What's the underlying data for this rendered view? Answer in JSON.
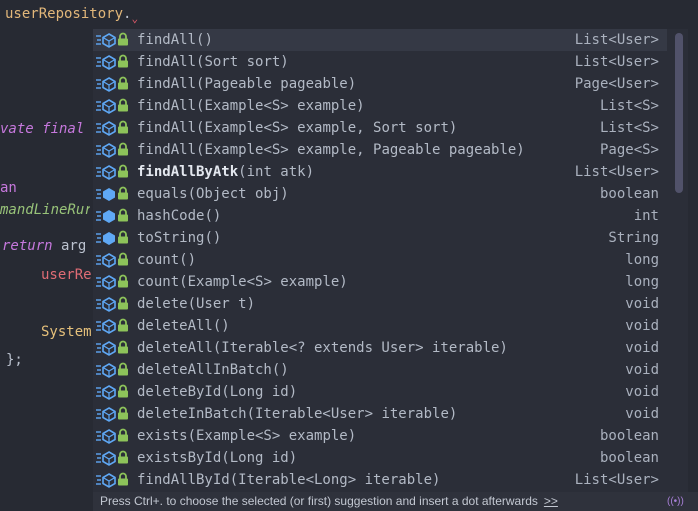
{
  "editor": {
    "line1_ident": "userRepository",
    "line1_dot": ".",
    "frag_private": "vate final",
    "frag_bean": "an",
    "frag_runner": "mandLineRur",
    "frag_return": "return",
    "frag_args": " arg",
    "frag_userre": "userRe",
    "frag_system": "System",
    "frag_close": "};"
  },
  "completion": {
    "items": [
      {
        "name": "findAll",
        "params": "()",
        "type": "List<User>",
        "bold": false,
        "icon": "method-icon",
        "selected": true
      },
      {
        "name": "findAll",
        "params": "(Sort sort)",
        "type": "List<User>",
        "bold": false,
        "icon": "method-icon"
      },
      {
        "name": "findAll",
        "params": "(Pageable pageable)",
        "type": "Page<User>",
        "bold": false,
        "icon": "method-icon"
      },
      {
        "name": "findAll",
        "params": "(Example<S> example)",
        "type": "List<S>",
        "bold": false,
        "icon": "method-icon"
      },
      {
        "name": "findAll",
        "params": "(Example<S> example, Sort sort)",
        "type": "List<S>",
        "bold": false,
        "icon": "method-icon"
      },
      {
        "name": "findAll",
        "params": "(Example<S> example, Pageable pageable)",
        "type": "Page<S>",
        "bold": false,
        "icon": "method-icon"
      },
      {
        "name": "findAllByAtk",
        "params": "(int atk)",
        "type": "List<User>",
        "bold": true,
        "icon": "method-icon"
      },
      {
        "name": "equals",
        "params": "(Object obj)",
        "type": "boolean",
        "bold": false,
        "icon": "object-method-icon"
      },
      {
        "name": "hashCode",
        "params": "()",
        "type": "int",
        "bold": false,
        "icon": "object-method-icon"
      },
      {
        "name": "toString",
        "params": "()",
        "type": "String",
        "bold": false,
        "icon": "object-method-icon"
      },
      {
        "name": "count",
        "params": "()",
        "type": "long",
        "bold": false,
        "icon": "method-icon"
      },
      {
        "name": "count",
        "params": "(Example<S> example)",
        "type": "long",
        "bold": false,
        "icon": "method-icon"
      },
      {
        "name": "delete",
        "params": "(User t)",
        "type": "void",
        "bold": false,
        "icon": "method-icon"
      },
      {
        "name": "deleteAll",
        "params": "()",
        "type": "void",
        "bold": false,
        "icon": "method-icon"
      },
      {
        "name": "deleteAll",
        "params": "(Iterable<? extends User> iterable)",
        "type": "void",
        "bold": false,
        "icon": "method-icon"
      },
      {
        "name": "deleteAllInBatch",
        "params": "()",
        "type": "void",
        "bold": false,
        "icon": "method-icon"
      },
      {
        "name": "deleteById",
        "params": "(Long id)",
        "type": "void",
        "bold": false,
        "icon": "method-icon"
      },
      {
        "name": "deleteInBatch",
        "params": "(Iterable<User> iterable)",
        "type": "void",
        "bold": false,
        "icon": "method-icon"
      },
      {
        "name": "exists",
        "params": "(Example<S> example)",
        "type": "boolean",
        "bold": false,
        "icon": "method-icon"
      },
      {
        "name": "existsById",
        "params": "(Long id)",
        "type": "boolean",
        "bold": false,
        "icon": "method-icon"
      },
      {
        "name": "findAllById",
        "params": "(Iterable<Long> iterable)",
        "type": "List<User>",
        "bold": false,
        "icon": "method-icon"
      }
    ]
  },
  "footer": {
    "hint": "Press Ctrl+. to choose the selected (or first) suggestion and insert a dot afterwards",
    "link": ">>"
  },
  "colors": {
    "accent": "#5fa8f5",
    "lock": "#8dc35a"
  }
}
